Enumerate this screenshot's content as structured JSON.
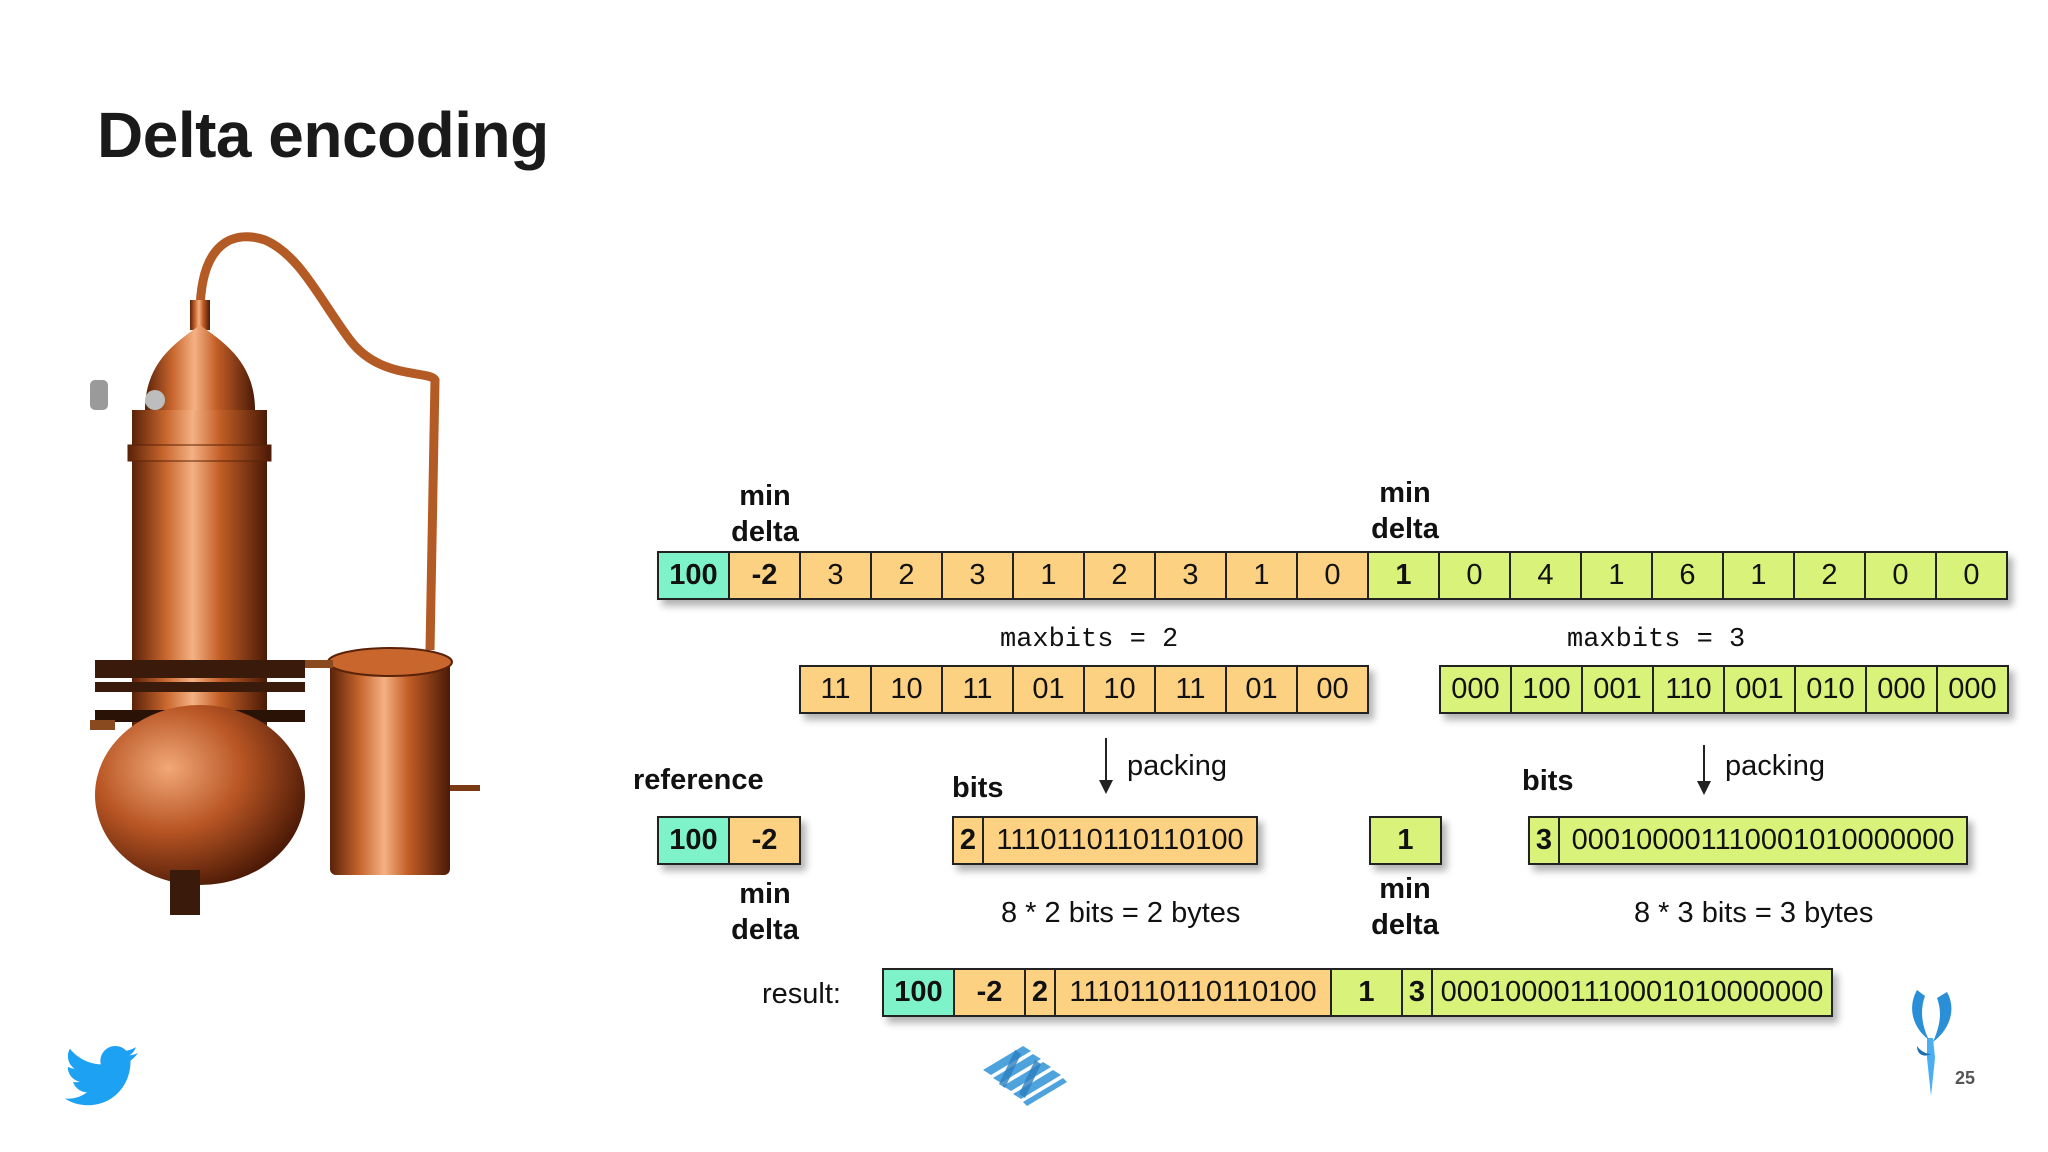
{
  "slide": {
    "title": "Delta encoding",
    "page_number": "25"
  },
  "labels": {
    "min_delta_top_left": [
      "min",
      "delta"
    ],
    "min_delta_top_right": [
      "min",
      "delta"
    ],
    "maxbits_left": "maxbits = 2",
    "maxbits_right": "maxbits = 3",
    "reference": "reference",
    "bits_left": "bits",
    "bits_right": "bits",
    "packing_left": "packing",
    "packing_right": "packing",
    "min_delta_mid_left": [
      "min",
      "delta"
    ],
    "min_delta_mid_right": [
      "min",
      "delta"
    ],
    "bytes_left": "8 * 2 bits = 2 bytes",
    "bytes_right": "8 * 3 bits = 3 bytes",
    "result": "result:"
  },
  "deltas_row": [
    {
      "v": "100",
      "c": "t",
      "b": true
    },
    {
      "v": "-2",
      "c": "o",
      "b": true
    },
    {
      "v": "3",
      "c": "o"
    },
    {
      "v": "2",
      "c": "o"
    },
    {
      "v": "3",
      "c": "o"
    },
    {
      "v": "1",
      "c": "o"
    },
    {
      "v": "2",
      "c": "o"
    },
    {
      "v": "3",
      "c": "o"
    },
    {
      "v": "1",
      "c": "o"
    },
    {
      "v": "0",
      "c": "o"
    },
    {
      "v": "1",
      "c": "g",
      "b": true
    },
    {
      "v": "0",
      "c": "g"
    },
    {
      "v": "4",
      "c": "g"
    },
    {
      "v": "1",
      "c": "g"
    },
    {
      "v": "6",
      "c": "g"
    },
    {
      "v": "1",
      "c": "g"
    },
    {
      "v": "2",
      "c": "g"
    },
    {
      "v": "0",
      "c": "g"
    },
    {
      "v": "0",
      "c": "g"
    }
  ],
  "bits_left_row": [
    "11",
    "10",
    "11",
    "01",
    "10",
    "11",
    "01",
    "00"
  ],
  "bits_right_row": [
    "000",
    "100",
    "001",
    "110",
    "001",
    "010",
    "000",
    "000"
  ],
  "reference_row": [
    {
      "v": "100",
      "c": "t",
      "b": true
    },
    {
      "v": "-2",
      "c": "o",
      "b": true
    }
  ],
  "packed_left": {
    "bits": "2",
    "value": "1110110110110100"
  },
  "min_delta_block": "1",
  "packed_right": {
    "bits": "3",
    "value": "000100001110001010000000"
  },
  "result_row": [
    {
      "v": "100",
      "c": "t",
      "b": true
    },
    {
      "v": "-2",
      "c": "o",
      "b": true
    },
    {
      "v": "2",
      "c": "o",
      "b": true
    },
    {
      "v": "1110110110110100",
      "c": "o"
    },
    {
      "v": "1",
      "c": "g",
      "b": true
    },
    {
      "v": "3",
      "c": "g",
      "b": true
    },
    {
      "v": "000100001110001010000000",
      "c": "g"
    }
  ],
  "colors": {
    "teal": "#7ef2c9",
    "orange": "#fcd182",
    "green": "#d9f27a",
    "twitter": "#1da1f2"
  },
  "icons": [
    "copper-still-image",
    "twitter-bird-icon",
    "parquet-logo-icon",
    "drill-logo-icon"
  ]
}
